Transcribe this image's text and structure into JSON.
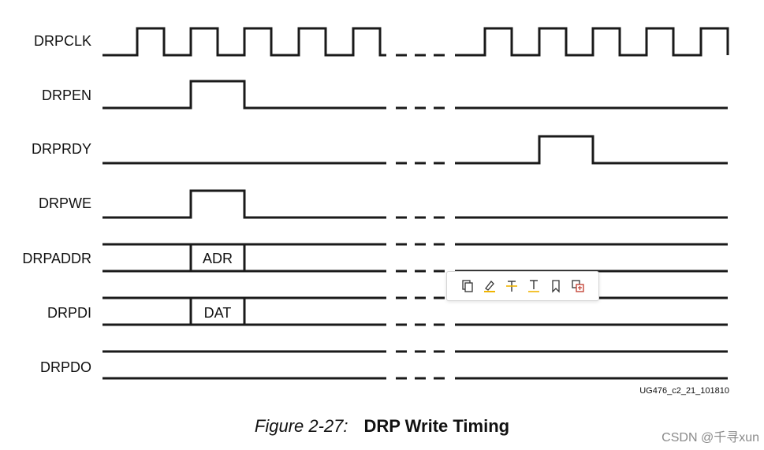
{
  "signals": [
    {
      "name": "DRPCLK",
      "type": "clock"
    },
    {
      "name": "DRPEN",
      "type": "pulse",
      "pulse_cycles": [
        2
      ]
    },
    {
      "name": "DRPRDY",
      "type": "pulse",
      "pulse_cycles": [
        9
      ]
    },
    {
      "name": "DRPWE",
      "type": "pulse",
      "pulse_cycles": [
        2
      ]
    },
    {
      "name": "DRPADDR",
      "type": "bus",
      "value_label": "ADR",
      "value_cycle": 2
    },
    {
      "name": "DRPDI",
      "type": "bus",
      "value_label": "DAT",
      "value_cycle": 2
    },
    {
      "name": "DRPDO",
      "type": "bus"
    }
  ],
  "figure_id": "UG476_c2_21_101810",
  "caption": {
    "number": "Figure 2-27:",
    "title": "DRP Write Timing"
  },
  "watermark": "CSDN @千寻xun",
  "toolbar": {
    "items": [
      {
        "name": "copy-icon"
      },
      {
        "name": "highlight-icon"
      },
      {
        "name": "strikethrough-icon"
      },
      {
        "name": "underline-icon"
      },
      {
        "name": "bookmark-icon"
      },
      {
        "name": "translate-icon"
      }
    ]
  },
  "colors": {
    "line": "#1a1a1a",
    "highlight": "#f0b400"
  }
}
